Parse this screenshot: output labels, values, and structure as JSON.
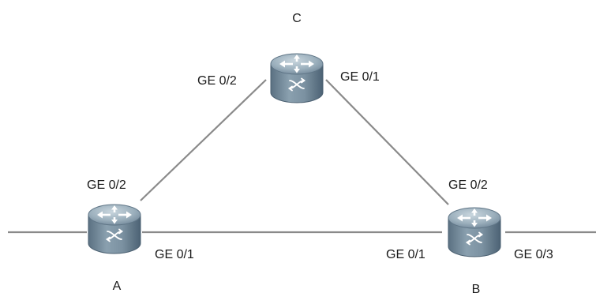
{
  "routers": {
    "a": {
      "label": "A"
    },
    "b": {
      "label": "B"
    },
    "c": {
      "label": "C"
    }
  },
  "ports": {
    "c_ge02": "GE 0/2",
    "c_ge01": "GE 0/1",
    "a_ge02": "GE 0/2",
    "a_ge01": "GE 0/1",
    "b_ge02": "GE 0/2",
    "b_ge01": "GE 0/1",
    "b_ge03": "GE 0/3"
  },
  "colors": {
    "link": "#8a8a8a",
    "router_top": "#9fb3c1",
    "router_body": "#6e8596",
    "router_dark": "#44596a"
  },
  "icons": {
    "router": "router-icon"
  }
}
